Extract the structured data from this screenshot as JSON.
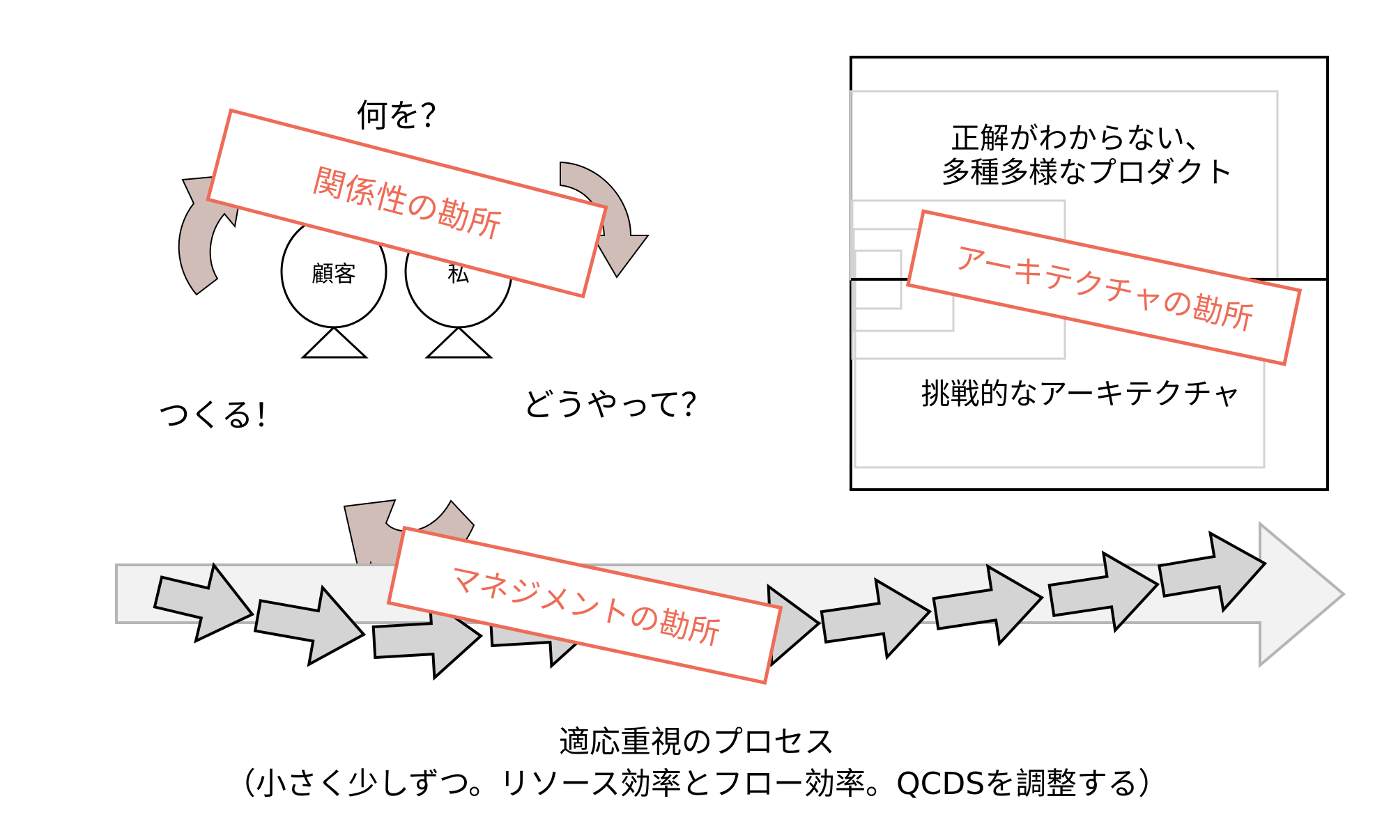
{
  "colors": {
    "accent_orange": "#ee6c57",
    "cycle_arrow_fill": "#d1bdb8",
    "step_arrow_fill": "#d4d4d4",
    "process_arrow_fill": "#f2f2f2",
    "process_arrow_stroke": "#b5b5b5",
    "nested_rect_stroke": "#d3d3d3"
  },
  "relationship": {
    "question_what": "何を？",
    "customer_label": "顧客",
    "me_label": "私",
    "make_label": "つくる！",
    "question_how": "どうやって？",
    "callout": "関係性の勘所"
  },
  "architecture": {
    "top_text_line1": "正解がわからない、",
    "top_text_line2": "多種多様なプロダクト",
    "bottom_text": "挑戦的なアーキテクチャ",
    "callout": "アーキテクチャの勘所"
  },
  "process": {
    "step_count": 9,
    "callout": "マネジメントの勘所",
    "caption_line1": "適応重視のプロセス",
    "caption_line2": "（小さく少しずつ。リソース効率とフロー効率。QCDSを調整する）"
  }
}
